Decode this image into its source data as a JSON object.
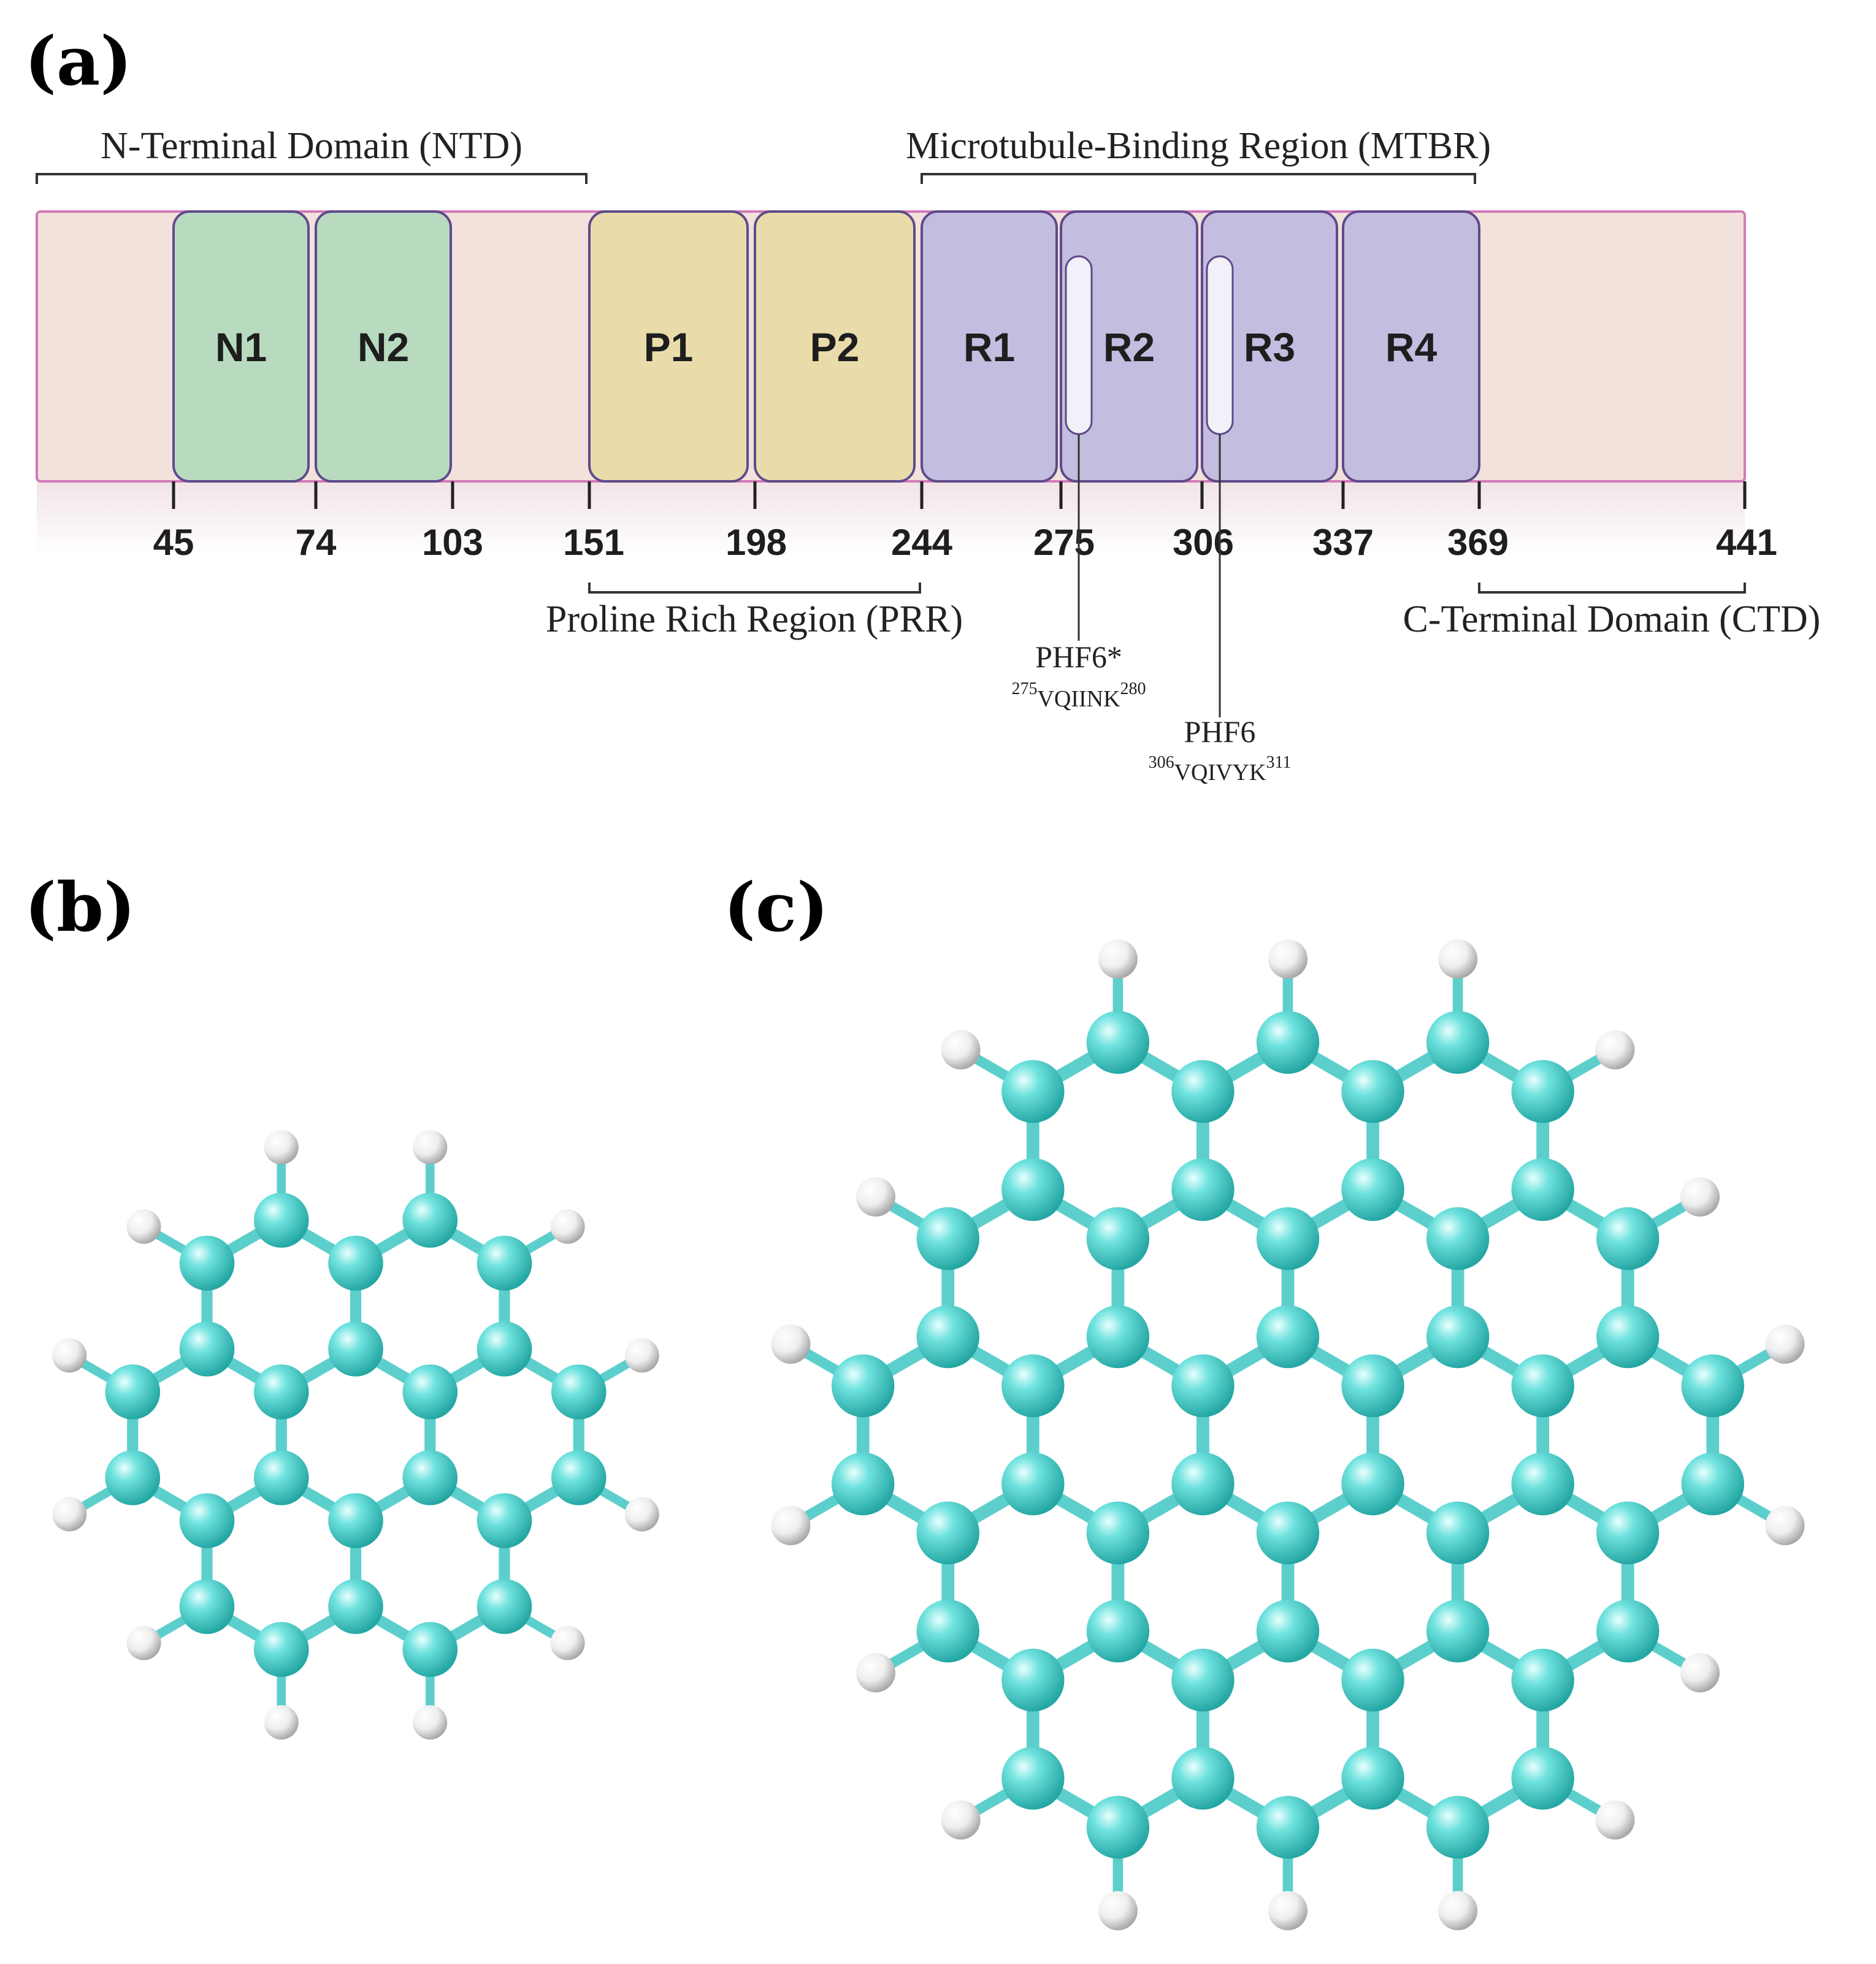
{
  "panels": {
    "a": "(a)",
    "b": "(b)",
    "c": "(c)"
  },
  "regions": {
    "ntd": "N-Terminal Domain (NTD)",
    "mtbr": "Microtubule-Binding Region (MTBR)",
    "prr": "Proline Rich Region (PRR)",
    "ctd": "C-Terminal Domain (CTD)"
  },
  "domains": [
    "N1",
    "N2",
    "P1",
    "P2",
    "R1",
    "R2",
    "R3",
    "R4"
  ],
  "ticks": [
    "45",
    "74",
    "103",
    "151",
    "198",
    "244",
    "275",
    "306",
    "337",
    "369",
    "441"
  ],
  "motifs": [
    {
      "name": "PHF6*",
      "start": "275",
      "seq": "VQIINK",
      "end": "280"
    },
    {
      "name": "PHF6",
      "start": "306",
      "seq": "VQIVYK",
      "end": "311"
    }
  ],
  "colors": {
    "protein_bar": "#f3e1db",
    "protein_border": "#d27ab8",
    "n_domain": "#b8dbc0",
    "p_domain": "#eadcaa",
    "r_domain": "#c3bde0",
    "domain_border": "#5e4a8a",
    "motif_fill": "#f2f0f8",
    "carbon": "#4fd3cf",
    "hydrogen": "#ececec",
    "bond": "#5ccfcd"
  }
}
